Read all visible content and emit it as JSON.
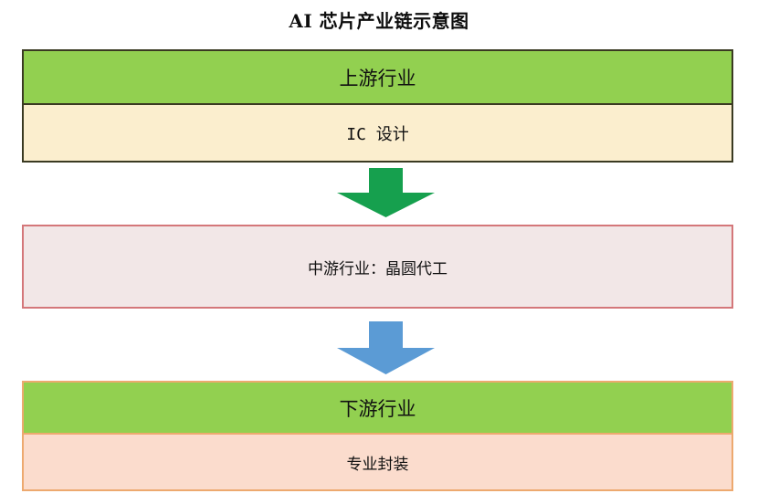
{
  "title": "AI 芯片产业链示意图",
  "colors": {
    "green_header": "#92D050",
    "cream_body": "#FBEECE",
    "pink_fill": "#F2E7E7",
    "pink_border": "#D4777A",
    "peach_body": "#FBDCCD",
    "orange_border": "#EDA96F",
    "dark_border": "#3A3A22",
    "arrow_green": "#16A04E",
    "arrow_blue": "#5B9BD5"
  },
  "stages": {
    "upstream": {
      "header": "上游行业",
      "body": "IC 设计"
    },
    "midstream": {
      "body": "中游行业：晶圆代工"
    },
    "downstream": {
      "header": "下游行业",
      "body": "专业封装"
    }
  },
  "arrows": [
    {
      "name": "upstream-to-midstream",
      "direction": "down",
      "color": "#16A04E"
    },
    {
      "name": "midstream-to-downstream",
      "direction": "down",
      "color": "#5B9BD5"
    }
  ]
}
